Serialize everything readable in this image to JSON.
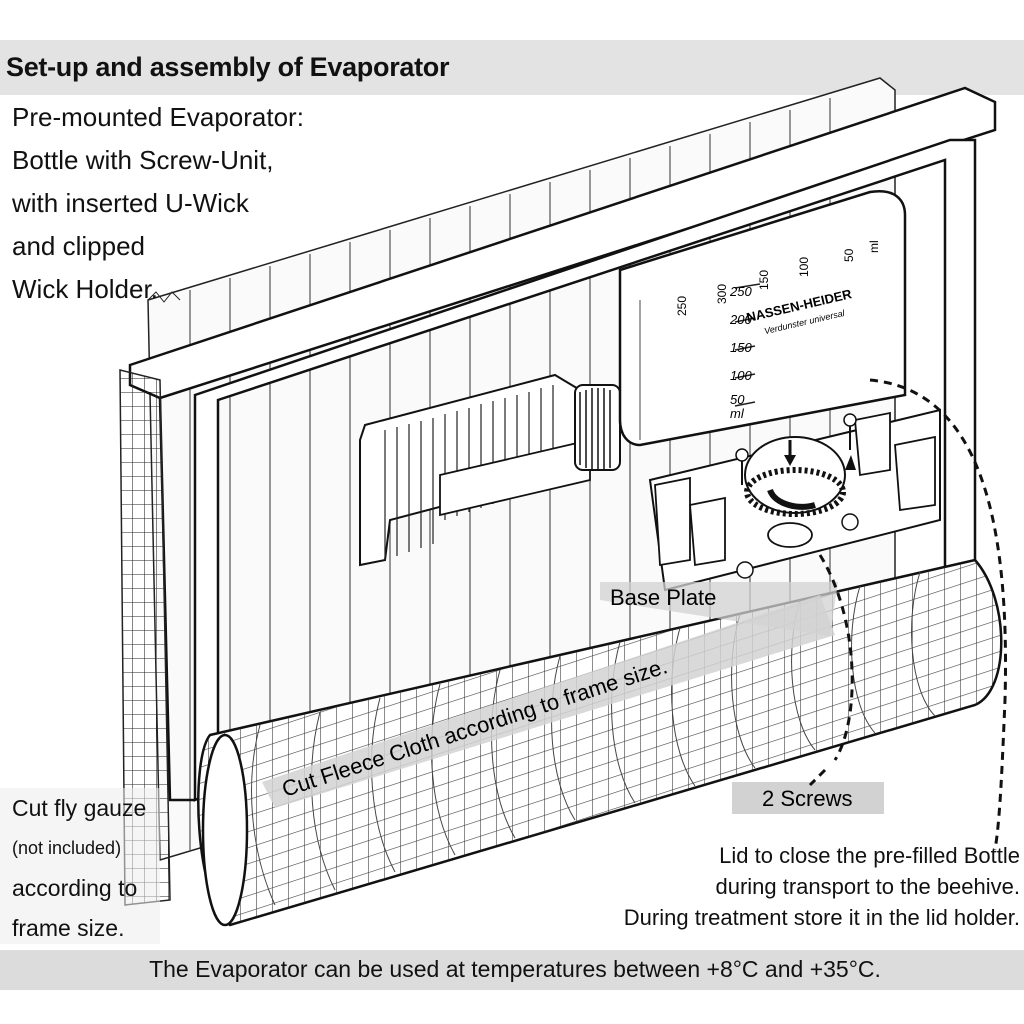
{
  "title": "Set-up and assembly of Evaporator",
  "intro_lines": [
    "Pre-mounted Evaporator:",
    "Bottle with Screw-Unit,",
    "with inserted U-Wick",
    "and clipped",
    "Wick Holder."
  ],
  "labels": {
    "base_plate": "Base Plate",
    "fleece": "Cut Fleece Cloth according to frame size.",
    "screws": "2 Screws"
  },
  "gauze_note": {
    "line1": "Cut fly gauze",
    "line2": "(not included)",
    "line3": "according to",
    "line4": "frame size."
  },
  "lid_note": [
    "Lid to close the pre-filled Bottle",
    "during transport to the beehive.",
    "During treatment store it in the lid holder."
  ],
  "bottle": {
    "brand": "NASSEN-HEIDER",
    "model": "Verdunster universal",
    "scale": [
      "250",
      "200",
      "150",
      "100",
      "50"
    ],
    "unit": "ml",
    "top_scale": [
      "250",
      "300",
      "150",
      "100",
      "50",
      "ml"
    ]
  },
  "footer": "The Evaporator can be used at temperatures between +8°C and +35°C."
}
